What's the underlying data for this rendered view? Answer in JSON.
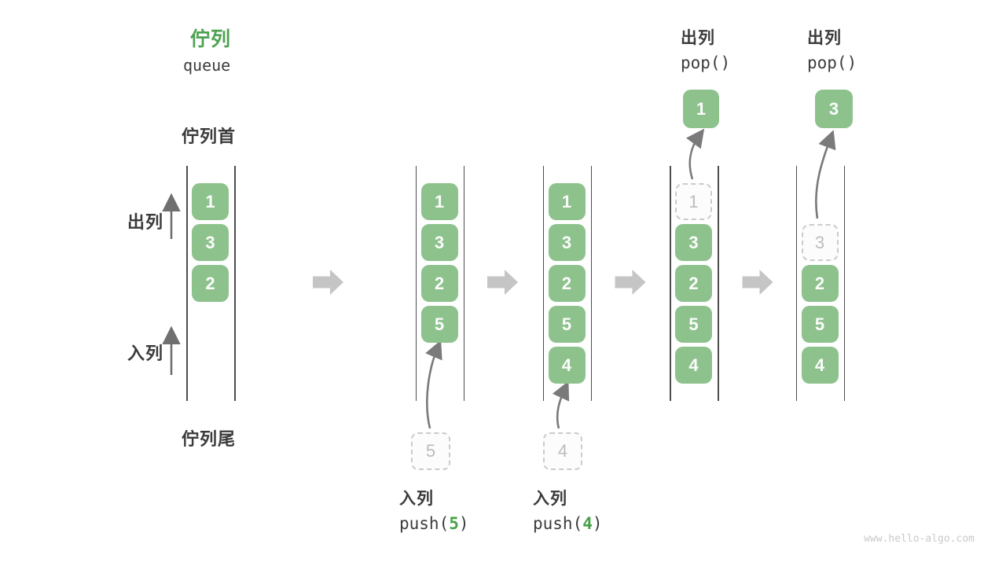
{
  "header": {
    "title_zh": "佇列",
    "title_en": "queue"
  },
  "side": {
    "front_label": "佇列首",
    "rear_label": "佇列尾",
    "dequeue_label": "出列",
    "enqueue_label": "入列"
  },
  "watermark": "www.hello-algo.com",
  "colors": {
    "accent_green": "#4EA251",
    "box_green": "#8DC28D",
    "ghost_gray": "#CBCBCB",
    "block_arrow_gray": "#C5C5C5",
    "thin_arrow_gray": "#6F6F6F",
    "text_dark": "#3B3B3B"
  },
  "diagram": {
    "columns": [
      {
        "name": "state-initial",
        "cells": [
          {
            "row": 0,
            "v": "1"
          },
          {
            "row": 1,
            "v": "3"
          },
          {
            "row": 2,
            "v": "2"
          }
        ]
      },
      {
        "name": "state-push-5",
        "cells": [
          {
            "row": 0,
            "v": "1"
          },
          {
            "row": 1,
            "v": "3"
          },
          {
            "row": 2,
            "v": "2"
          },
          {
            "row": 3,
            "v": "5"
          }
        ],
        "pending": {
          "v": "5"
        },
        "op": {
          "action": "入列",
          "pre": "push(",
          "arg": "5",
          "post": ")"
        }
      },
      {
        "name": "state-push-4",
        "cells": [
          {
            "row": 0,
            "v": "1"
          },
          {
            "row": 1,
            "v": "3"
          },
          {
            "row": 2,
            "v": "2"
          },
          {
            "row": 3,
            "v": "5"
          },
          {
            "row": 4,
            "v": "4"
          }
        ],
        "pending": {
          "v": "4"
        },
        "op": {
          "action": "入列",
          "pre": "push(",
          "arg": "4",
          "post": ")"
        }
      },
      {
        "name": "state-pop-1",
        "cells": [
          {
            "row": 0,
            "v": "1",
            "ghost": true
          },
          {
            "row": 1,
            "v": "3"
          },
          {
            "row": 2,
            "v": "2"
          },
          {
            "row": 3,
            "v": "5"
          },
          {
            "row": 4,
            "v": "4"
          }
        ],
        "popped": {
          "v": "1"
        },
        "op": {
          "action": "出列",
          "pre": "pop(",
          "arg": "",
          "post": ")"
        }
      },
      {
        "name": "state-pop-3",
        "cells": [
          {
            "row": 1,
            "v": "3",
            "ghost": true
          },
          {
            "row": 2,
            "v": "2"
          },
          {
            "row": 3,
            "v": "5"
          },
          {
            "row": 4,
            "v": "4"
          }
        ],
        "popped": {
          "v": "3"
        },
        "op": {
          "action": "出列",
          "pre": "pop(",
          "arg": "",
          "post": ")"
        }
      }
    ]
  }
}
